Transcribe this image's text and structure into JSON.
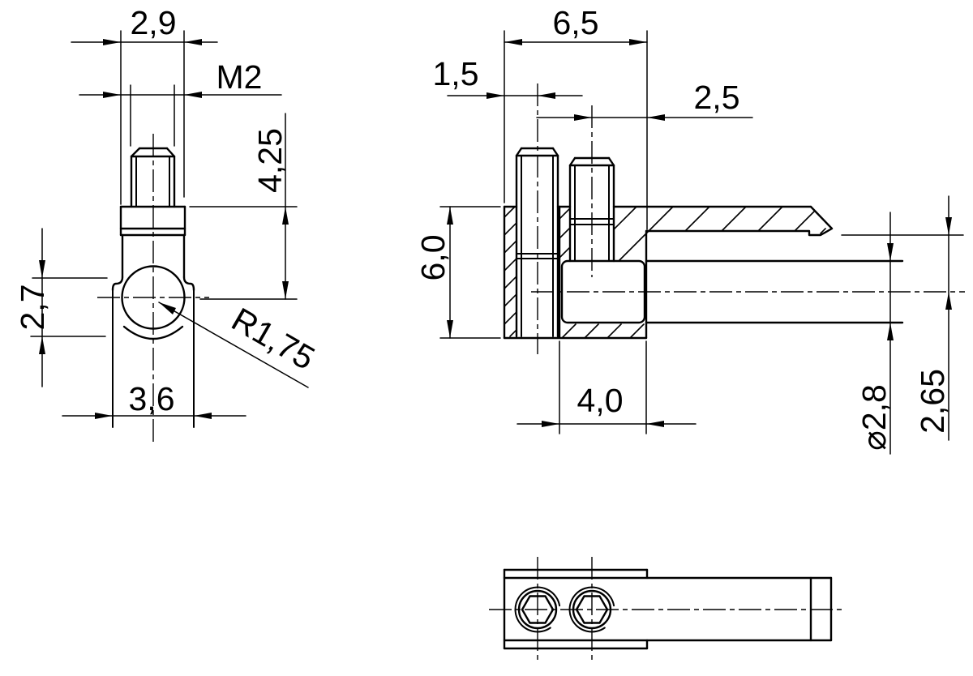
{
  "drawing": {
    "type": "technical-dimension-drawing",
    "background": "#ffffff",
    "line_color": "#000000",
    "labels": {
      "front_width": "2,9",
      "thread": "M2",
      "stud_height": "4,25",
      "ball_height": "2,7",
      "ball_width": "3,6",
      "ball_radius": "R1,75",
      "block_length": "6,5",
      "stud1_offset": "1,5",
      "stud2_offset": "2,5",
      "block_height": "6,0",
      "clamp_length": "4,0",
      "rod_diameter": "⌀2,8",
      "rod_center_height": "2,65"
    }
  }
}
